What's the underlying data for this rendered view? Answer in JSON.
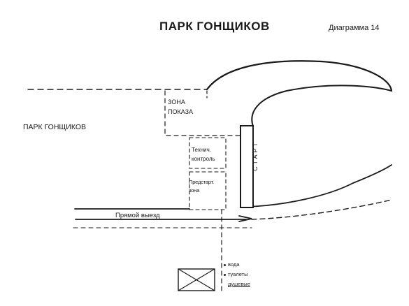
{
  "title": "ПАРК ГОНЩИКОВ",
  "diagram_number": "Диаграмма 14",
  "park_label": "ПАРК ГОНЩИКОВ",
  "show_zone": [
    "ЗОНА",
    "ПОКАЗА"
  ],
  "tech_control": [
    "Технич.",
    "контроль"
  ],
  "pre_start_zone": [
    "Предстарт.",
    "зона"
  ],
  "start_label": "СТАРТ",
  "direct_exit": "Прямой выезд",
  "legend": [
    "вода",
    "туалеты",
    "душевые"
  ]
}
